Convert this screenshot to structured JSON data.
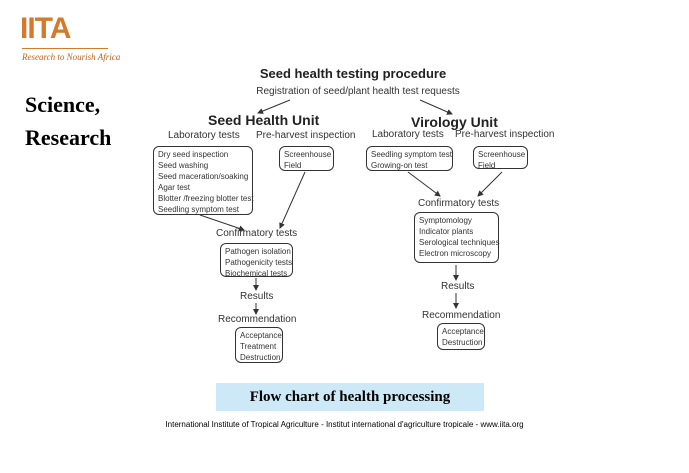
{
  "logo": {
    "text": "IITA",
    "tagline": "Research to Nourish Africa"
  },
  "side_heading": [
    "Science,",
    "Research"
  ],
  "diagram": {
    "title": "Seed health testing procedure",
    "registration": "Registration of seed/plant health test requests",
    "seed_unit": {
      "title": "Seed Health Unit",
      "lab_label": "Laboratory tests",
      "lab_items": [
        "Dry seed inspection",
        "Seed washing",
        "Seed maceration/soaking",
        "Agar test",
        "Blotter /freezing blotter test",
        "Seedling symptom test"
      ],
      "preharvest_label": "Pre-harvest inspection",
      "preharvest_items": [
        "Screenhouse",
        "Field"
      ],
      "confirm_label": "Confirmatory tests",
      "confirm_items": [
        "Pathogen isolation",
        "Pathogenicity tests",
        "Biochemical tests"
      ],
      "results": "Results",
      "recommendation": "Recommendation",
      "recommend_items": [
        "Acceptance",
        "Treatment",
        "Destruction"
      ]
    },
    "virology_unit": {
      "title": "Virology Unit",
      "lab_label": "Laboratory tests",
      "lab_items": [
        "Seedling symptom test",
        "Growing-on test"
      ],
      "preharvest_label": "Pre-harvest inspection",
      "preharvest_items": [
        "Screenhouse",
        "Field"
      ],
      "confirm_label": "Confirmatory tests",
      "confirm_items": [
        "Symptomology",
        "Indicator plants",
        "Serological techniques",
        "Electron microscopy"
      ],
      "results": "Results",
      "recommendation": "Recommendation",
      "recommend_items": [
        "Acceptance",
        "Destruction"
      ]
    }
  },
  "caption": "Flow chart of health processing",
  "footer": "International Institute of Tropical Agriculture - Institut international d'agriculture tropicale - www.iita.org",
  "colors": {
    "brand": "#d47a2c",
    "caption_bg": "#cde9f8"
  }
}
